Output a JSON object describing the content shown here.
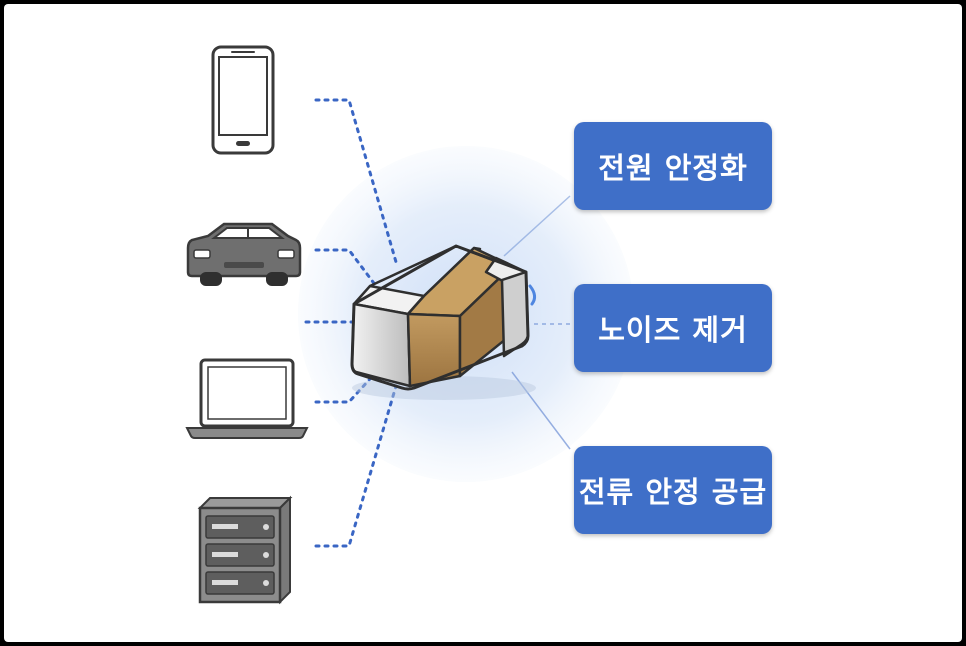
{
  "diagram": {
    "devices": [
      {
        "icon": "smartphone-icon"
      },
      {
        "icon": "car-icon"
      },
      {
        "icon": "laptop-icon"
      },
      {
        "icon": "server-icon"
      }
    ],
    "center_component": {
      "icon": "capacitor-chip-icon"
    },
    "functions": [
      {
        "label": "전원 안정화"
      },
      {
        "label": "노이즈 제거"
      },
      {
        "label": "전류 안정 공급"
      }
    ],
    "colors": {
      "box_fill": "#3f6fc8",
      "box_text": "#ffffff",
      "connector": "#3a66c4",
      "glow": "#dde8f8",
      "chip_body": "#b08850",
      "chip_terminal": "#d4d4d4",
      "icon_stroke": "#3a3a3a"
    }
  }
}
